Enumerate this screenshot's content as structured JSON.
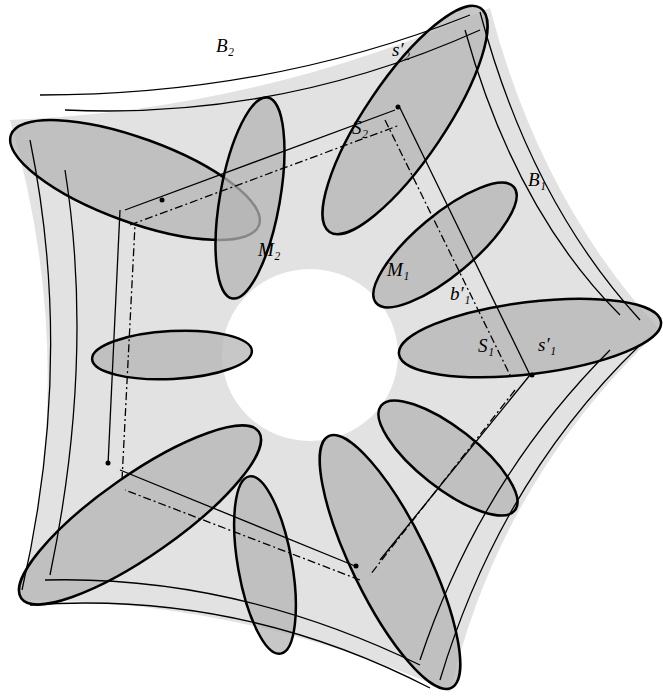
{
  "diagram": {
    "labels": [
      "B₂",
      "s′₂",
      "S₂",
      "B₁",
      "M₂",
      "M₁",
      "b′₁",
      "S₁",
      "s′₁"
    ]
  }
}
